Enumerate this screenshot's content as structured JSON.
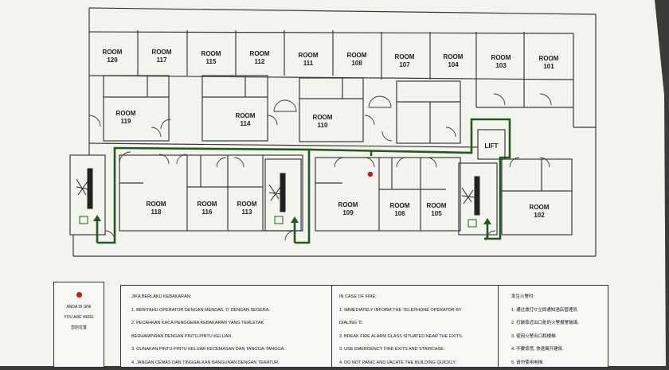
{
  "rooms": {
    "r120": [
      "ROOM",
      "120"
    ],
    "r117": [
      "ROOM",
      "117"
    ],
    "r115": [
      "ROOM",
      "115"
    ],
    "r112": [
      "ROOM",
      "112"
    ],
    "r111": [
      "ROOM",
      "111"
    ],
    "r108": [
      "ROOM",
      "108"
    ],
    "r107": [
      "ROOM",
      "107"
    ],
    "r104": [
      "ROOM",
      "104"
    ],
    "r103": [
      "ROOM",
      "103"
    ],
    "r101": [
      "ROOM",
      "101"
    ],
    "r119": [
      "ROOM",
      "119"
    ],
    "r114": [
      "ROOM",
      "114"
    ],
    "r110": [
      "ROOM",
      "110"
    ],
    "r118": [
      "ROOM",
      "118"
    ],
    "r116": [
      "ROOM",
      "116"
    ],
    "r113": [
      "ROOM",
      "113"
    ],
    "r109": [
      "ROOM",
      "109"
    ],
    "r106": [
      "ROOM",
      "106"
    ],
    "r105": [
      "ROOM",
      "105"
    ],
    "r102": [
      "ROOM",
      "102"
    ]
  },
  "lift_label": "LIFT",
  "you_are_here": {
    "malay": "ANDA DI SINI",
    "english": "YOU ARE HERE",
    "chinese": "您的位置"
  },
  "malay_instructions": {
    "heading": "JIKA BERLAKU KEBAKARAN:",
    "lines": [
      "1. BERITAHU OPERATOR DENGAN MENDAIL '0' DENGAN SEGERA.",
      "2. PECAHKAN KACA PENGGERA KEBAKARAN YANG TERLETAK",
      "    BERHAMPIRAN DENGAN PINTU-PINTU KELUAR.",
      "3. GUNAKAN PINTU-PINTU KELUAR KECEMASAN DAN TANGGA-TANGGA.",
      "4. JANGAN CEMAS DAN TINGGALKAN BANGUNAN DENGAN TERATUR."
    ]
  },
  "english_instructions": {
    "heading": "IN CASE OF FIRE:",
    "lines": [
      "1. IMMEDIATELY INFORM THE TELEPHONE OPERATOR BY",
      "    DIALING '0'.",
      "2. BREAK FIRE ALARM GLASS SITUATED NEAR THE EXITS.",
      "3. USE EMERGENCY FIRE EXITS AND STAIRCASE.",
      "4. DO NOT PANIC AND VACATE THE BUILDING QUICKLY."
    ]
  },
  "chinese_instructions": {
    "heading": "发生火警时:",
    "lines": [
      "1. 通过拨打'0'立即通知酒店管理员.",
      "2. 打破靠近出口处的火警报警玻璃.",
      "3. 使用火警出口和楼梯.",
      "4. 不要惊慌, 快速离开建筑.",
      "5. 请勿使用电梯."
    ]
  },
  "colors": {
    "paper": "#f4f4ef",
    "wall": "#3a3a3a",
    "route": "#1f5a22",
    "marker": "#d01616"
  }
}
